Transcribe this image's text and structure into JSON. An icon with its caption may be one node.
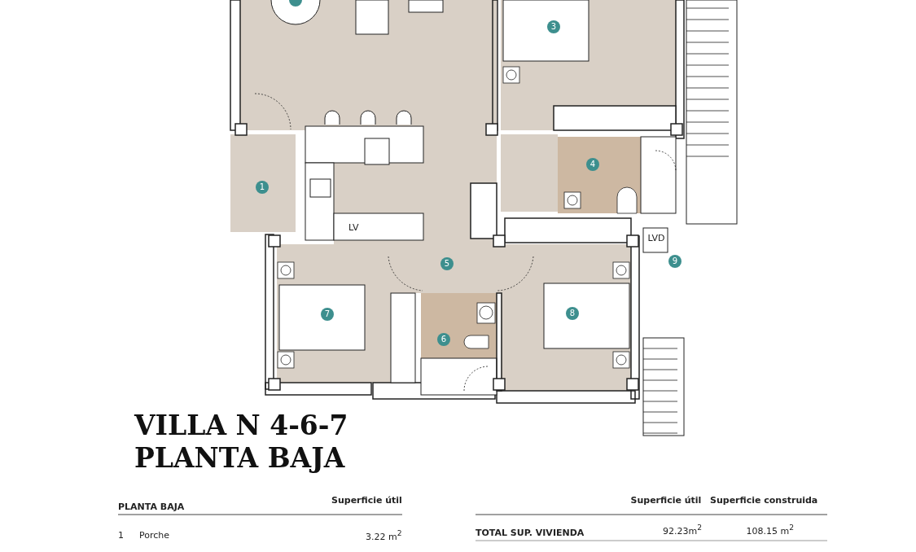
{
  "diagram": {
    "title": "VILLA N 4-6-7 PLANTA BAJA",
    "labels": [
      "1",
      "3",
      "4",
      "5",
      "6",
      "7",
      "8",
      "9",
      "LV",
      "LVD",
      "PLANTA BAJA",
      "Superficie útil",
      "1",
      "Porche",
      "3.22 m$^{2}$",
      "Superficie útil",
      "Superficie construida",
      "TOTAL SUP. VIVIENDA",
      "92.23m$^{2}$",
      "108.15 m$^{2}$"
    ]
  }
}
